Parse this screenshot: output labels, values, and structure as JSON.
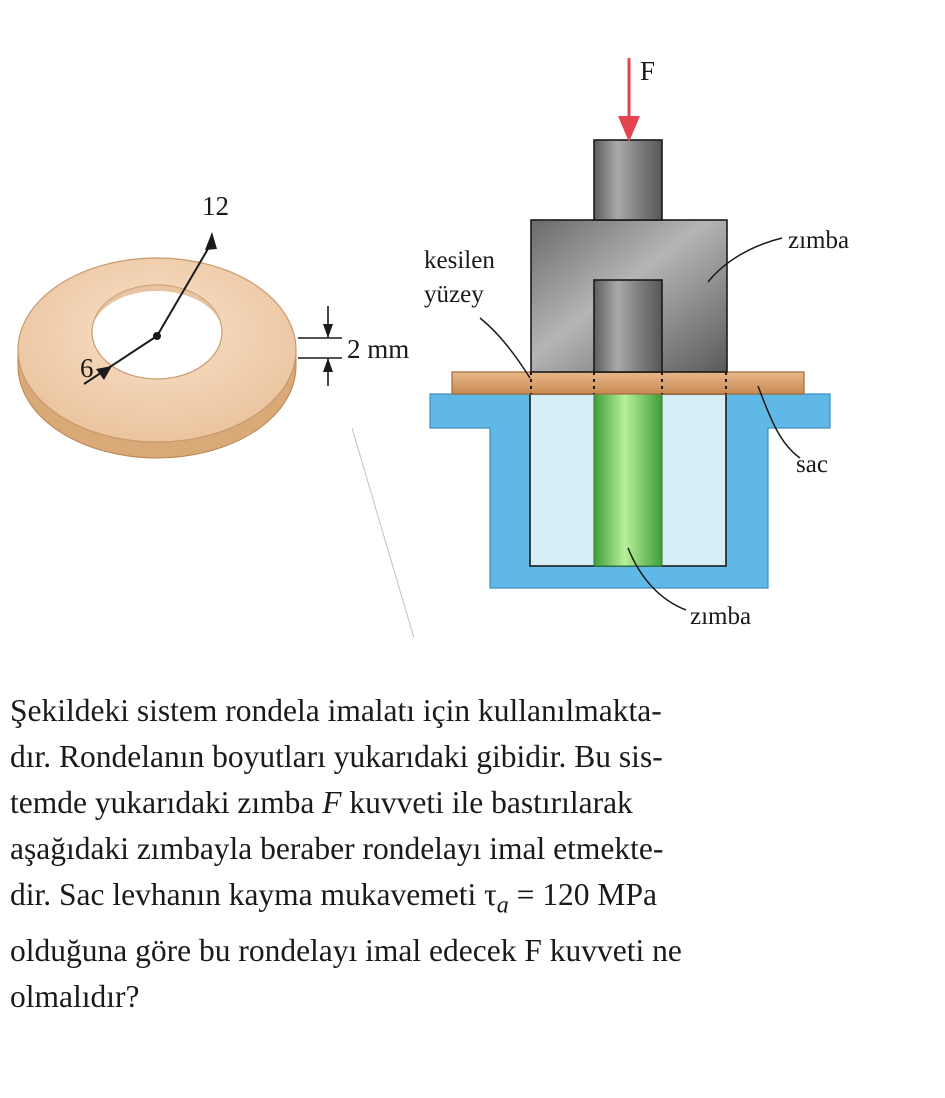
{
  "figure": {
    "washer": {
      "outer_radius_label": "12",
      "inner_radius_label": "6",
      "thickness_label": "2 mm"
    },
    "press": {
      "force_label": "F",
      "upper_punch_label": "zımba",
      "cut_surface_label_line1": "kesilen",
      "cut_surface_label_line2": "yüzey",
      "sheet_label": "sac",
      "lower_punch_label": "zımba"
    }
  },
  "problem": {
    "line1": "Şekildeki sistem rondela imalatı için kullanılmakta-",
    "line2": "dır. Rondelanın boyutları yukarıdaki gibidir. Bu sis-",
    "line3_a": "temde yukarıdaki zımba ",
    "line3_var": "F",
    "line3_b": " kuvveti ile bastırılarak",
    "line4": "aşağıdaki zımbayla beraber rondelayı imal etmekte-",
    "line5_a": "dir. Sac levhanın kayma mukavemeti ",
    "line5_tau": "τ",
    "line5_sub": "a",
    "line5_b": " = 120 MPa",
    "line6": "olduğuna göre bu rondelayı imal edecek F kuvveti ne",
    "line7": "olmalıdır?"
  },
  "colors": {
    "washer_top": "#f1ceb0",
    "washer_side": "#d9a978",
    "punch_gray": "#8a8a8a",
    "die_blue": "#5fb8e6",
    "die_light": "#d6eef8",
    "lower_punch_green": "#7cc85a",
    "sheet": "#d9a16e",
    "force_arrow": "#e5434f"
  }
}
